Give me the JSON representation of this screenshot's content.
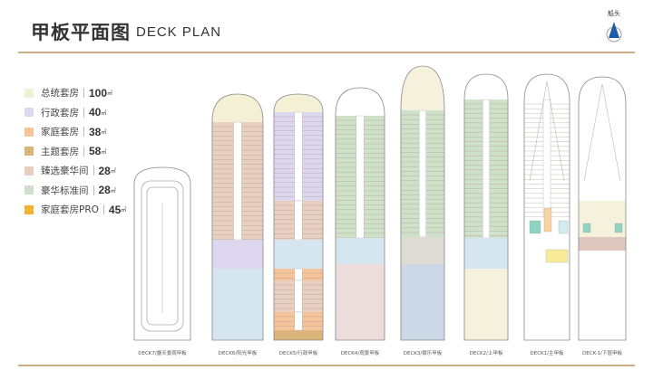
{
  "header": {
    "title": "甲板平面图",
    "subtitle": "DECK PLAN"
  },
  "compass": {
    "label": "船头",
    "color": "#1f5fa8"
  },
  "legend": [
    {
      "name": "总统套房",
      "size": "100",
      "unit": "㎡",
      "color": "#f3f0d6"
    },
    {
      "name": "行政套房",
      "size": "40",
      "unit": "㎡",
      "color": "#dcd8f0"
    },
    {
      "name": "家庭套房",
      "size": "38",
      "unit": "㎡",
      "color": "#f6c49a"
    },
    {
      "name": "主题套房",
      "size": "58",
      "unit": "㎡",
      "color": "#d9b57c"
    },
    {
      "name": "臻选豪华间",
      "size": "28",
      "unit": "㎡",
      "color": "#e8cfc0"
    },
    {
      "name": "豪华标准间",
      "size": "28",
      "unit": "㎡",
      "color": "#cfe1c8"
    },
    {
      "name": "家庭套房PRO",
      "size": "45",
      "unit": "㎡",
      "color": "#f2b431"
    }
  ],
  "decks": [
    {
      "label": "DECK7/露天景观甲板"
    },
    {
      "label": "DECK6/阳光甲板"
    },
    {
      "label": "DECK5/行政甲板"
    },
    {
      "label": "DECK4/观景甲板"
    },
    {
      "label": "DECK3/娱乐甲板"
    },
    {
      "label": "DECK2/上甲板"
    },
    {
      "label": "DECK1/主甲板"
    },
    {
      "label": "DECK-1/下层甲板"
    }
  ],
  "colors": {
    "accent": "#cfae86",
    "public_blue": "#d6e6f0",
    "lavender": "#ddd6ef",
    "gray": "#dcdcd4",
    "bluegray": "#cdd8e6",
    "pink": "#ecdcdc",
    "cream": "#f5f1dc",
    "teal": "#8fd3c4",
    "yellow": "#f8ec9a"
  }
}
